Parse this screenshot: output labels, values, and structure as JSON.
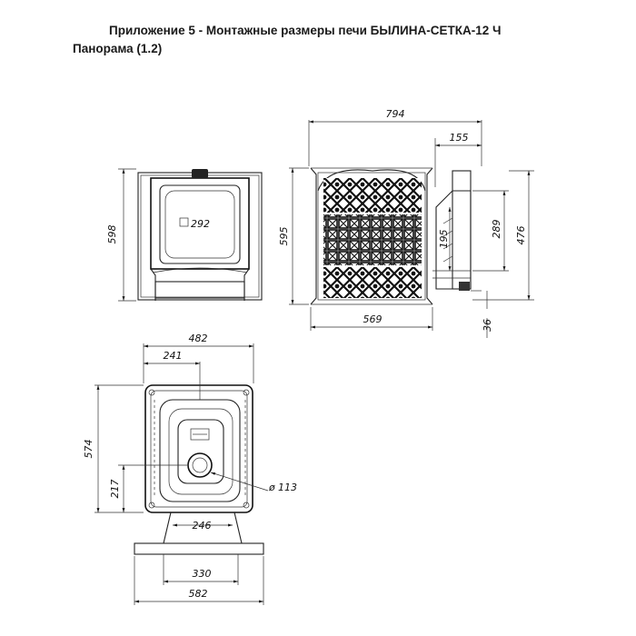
{
  "title": {
    "line1": "Приложение 5 - Монтажные размеры печи БЫЛИНА-СЕТКА-12 Ч",
    "line2": "Панорама (1.2)"
  },
  "dimensions": {
    "front_height": "598",
    "glass_size": "292",
    "side_total_width": "794",
    "side_height": "595",
    "side_depth": "569",
    "tank_width": "155",
    "tank_lower": "195",
    "tank_height": "289",
    "tank_total": "476",
    "tank_offset": "36",
    "top_width": "482",
    "top_half": "241",
    "top_length": "574",
    "pipe_offset": "217",
    "pipe_diameter": "113",
    "leg_width": "246",
    "base_inner": "330",
    "base_width": "582"
  }
}
